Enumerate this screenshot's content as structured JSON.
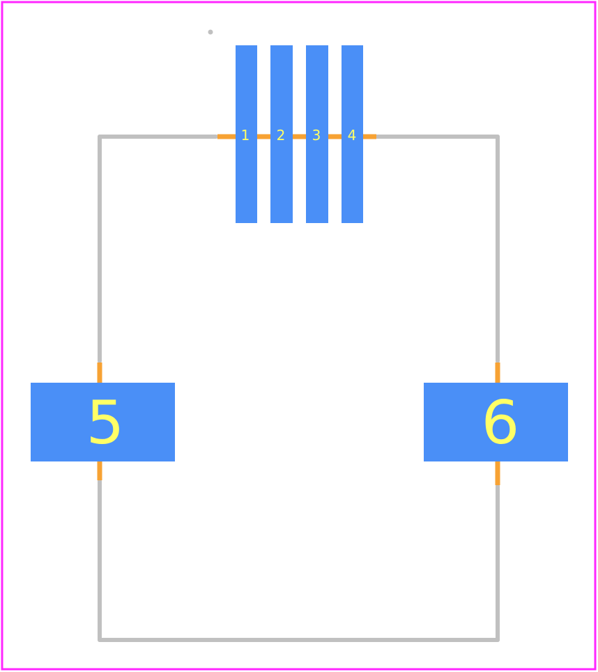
{
  "footprint": {
    "colors": {
      "board_edge": "#ff26ff",
      "silkscreen": "#c0c0c0",
      "courtyard": "#f7a233",
      "pad": "#4a8ff7",
      "label": "#ffff66"
    },
    "pads": [
      {
        "id": "pad-1",
        "label": "1"
      },
      {
        "id": "pad-2",
        "label": "2"
      },
      {
        "id": "pad-3",
        "label": "3"
      },
      {
        "id": "pad-4",
        "label": "4"
      },
      {
        "id": "pad-5",
        "label": "5"
      },
      {
        "id": "pad-6",
        "label": "6"
      }
    ]
  }
}
